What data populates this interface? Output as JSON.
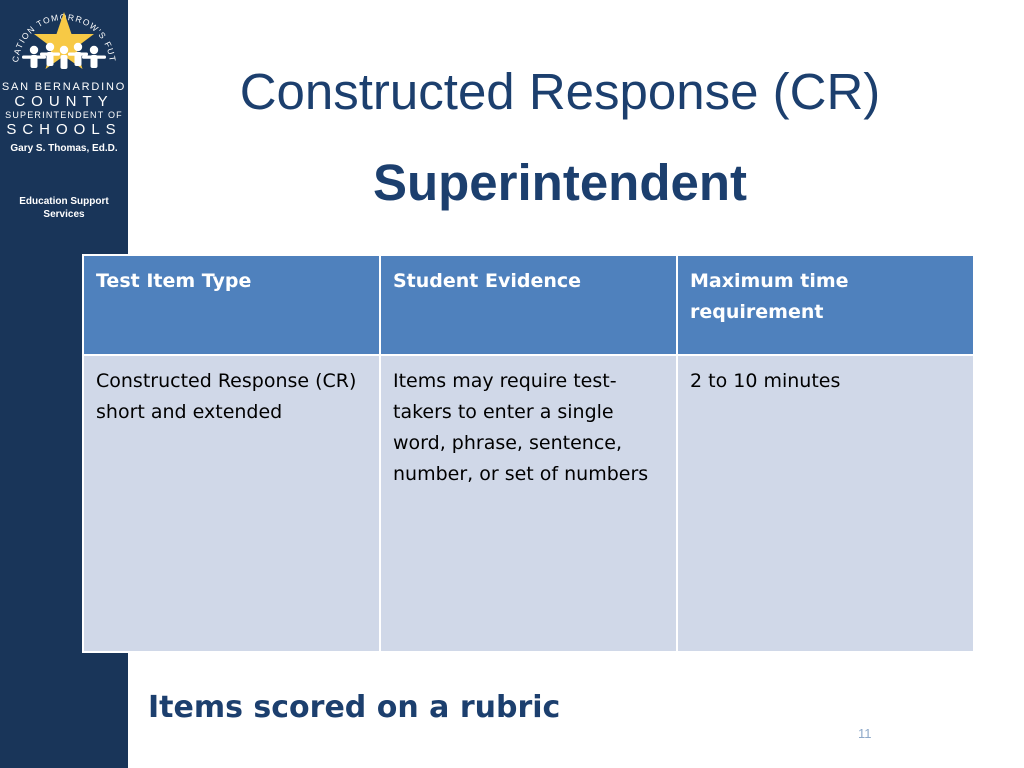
{
  "sidebar": {
    "logo": {
      "arc_text": "EDUCATION TOMORROW'S FUTURE",
      "line1": "SAN BERNARDINO",
      "line2": "COUNTY",
      "line3": "SUPERINTENDENT OF",
      "line4": "SCHOOLS"
    },
    "superintendent_name": "Gary S. Thomas, Ed.D.",
    "superintendent_title": "Superintendent",
    "department": "Education Support Services"
  },
  "slide": {
    "title": "Constructed Response (CR)",
    "footer_note": "Items scored on a rubric",
    "page_number": "11"
  },
  "table": {
    "headers": [
      "Test Item Type",
      "Student Evidence",
      "Maximum time requirement"
    ],
    "rows": [
      {
        "item_type_lines": [
          "Constructed Response (CR)",
          "short and extended"
        ],
        "student_evidence": "Items may require test-takers to enter a single word, phrase, sentence, number, or set of numbers",
        "max_time": "2 to 10 minutes"
      }
    ]
  },
  "colors": {
    "sidebar_bg": "#193559",
    "title_text": "#1c3f6e",
    "header_bg": "#4f81bd",
    "cell_bg": "#d0d8e8",
    "star": "#f7c945"
  }
}
